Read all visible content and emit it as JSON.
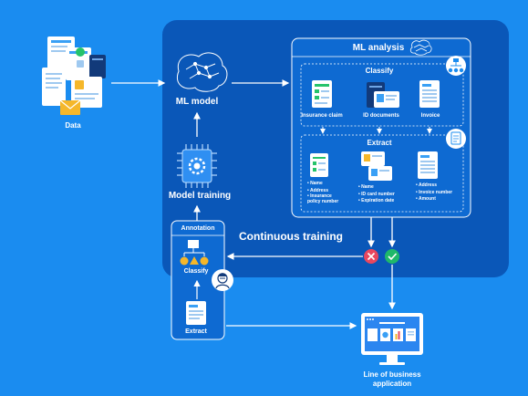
{
  "data_label": "Data",
  "ml_model_label": "ML model",
  "model_training_label": "Model training",
  "continuous_training_label": "Continuous training",
  "ml_analysis": {
    "title": "ML analysis",
    "classify_title": "Classify",
    "classify_items": [
      "Insurance claim",
      "ID documents",
      "Invoice"
    ],
    "extract_title": "Extract",
    "extract_fields": [
      [
        "Name",
        "Address",
        "Insurance policy number"
      ],
      [
        "Name",
        "ID card number",
        "Expiration date"
      ],
      [
        "Address",
        "Invoice number",
        "Amount"
      ]
    ]
  },
  "annotation": {
    "title": "Annotation",
    "classify_label": "Classify",
    "extract_label": "Extract"
  },
  "lob_label_line1": "Line of business",
  "lob_label_line2": "application",
  "colors": {
    "background": "#1a8cf0",
    "panel": "#0a57b8",
    "card_border": "#ffffff",
    "reject": "#e8475e",
    "accept": "#1fb86a",
    "accent_yellow": "#f5b72a"
  }
}
